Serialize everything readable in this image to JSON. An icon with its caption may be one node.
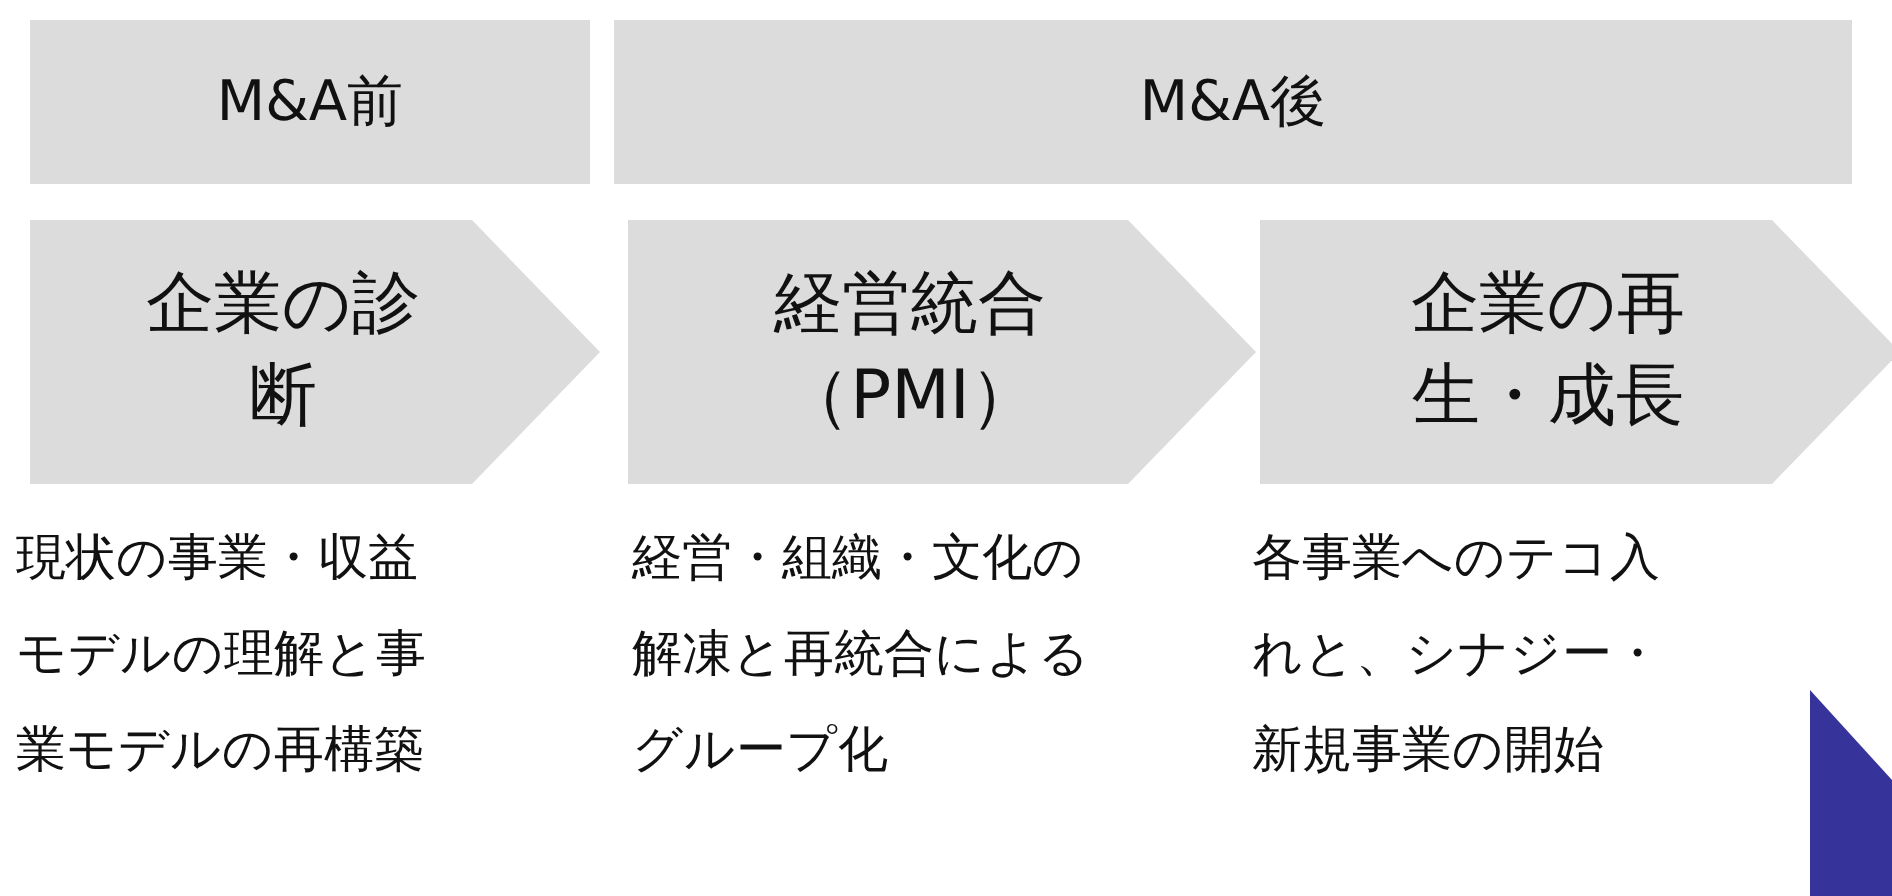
{
  "diagram": {
    "nodes": [
      {
        "text": [
          "M&A前"
        ]
      },
      {
        "text": [
          "M&A後"
        ]
      },
      {
        "text": [
          "企業の診断"
        ],
        "beside": [
          "現状の事業・収益モデルの理解と事業モデルの再構築"
        ]
      },
      {
        "text": [
          "経営統合（PMI）"
        ],
        "beside": [
          "経営・組織・文化の解凍と再統合によるグループ化"
        ]
      },
      {
        "text": [
          "企業の再生・成長"
        ],
        "beside": [
          "各事業へのテコ入れと、シナジー・新規事業の開始"
        ]
      }
    ]
  }
}
